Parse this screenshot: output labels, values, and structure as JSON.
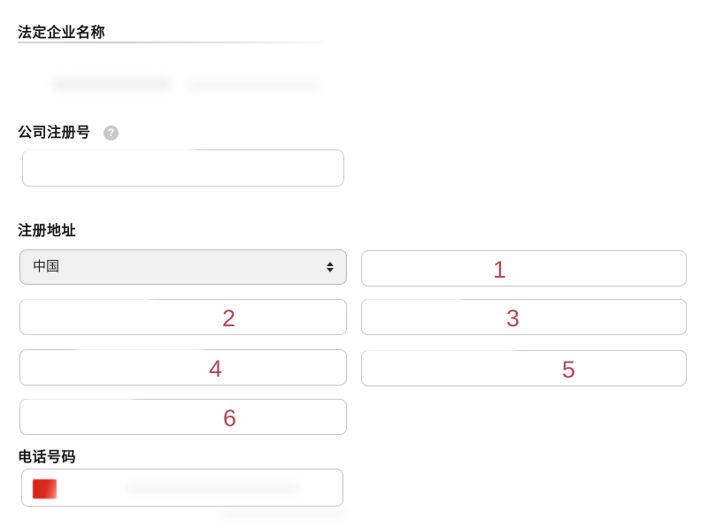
{
  "page": {
    "background": "#ffffff"
  },
  "form": {
    "legal_name": {
      "label": "法定企业名称"
    },
    "registration_number": {
      "label": "公司注册号",
      "help_icon": "question-mark-icon",
      "help_glyph": "?",
      "input_value": "",
      "input_placeholder": ""
    },
    "registered_address": {
      "label": "注册地址",
      "country_select": {
        "value": "中国",
        "icon": "up-down-arrows-icon"
      },
      "annotated_fields": [
        {
          "number": "1",
          "value": ""
        },
        {
          "number": "2",
          "value": ""
        },
        {
          "number": "3",
          "value": ""
        },
        {
          "number": "4",
          "value": ""
        },
        {
          "number": "5",
          "value": ""
        },
        {
          "number": "6",
          "value": ""
        }
      ]
    },
    "phone": {
      "label": "电话号码",
      "flag_icon": "china-flag-icon",
      "input_value": ""
    }
  },
  "colors": {
    "annotation_number": "#b5464d",
    "flag_red": "#dd2a1d",
    "label_text": "#161616",
    "input_border": "#c7c7c7",
    "select_background": "#f0f0f1"
  }
}
